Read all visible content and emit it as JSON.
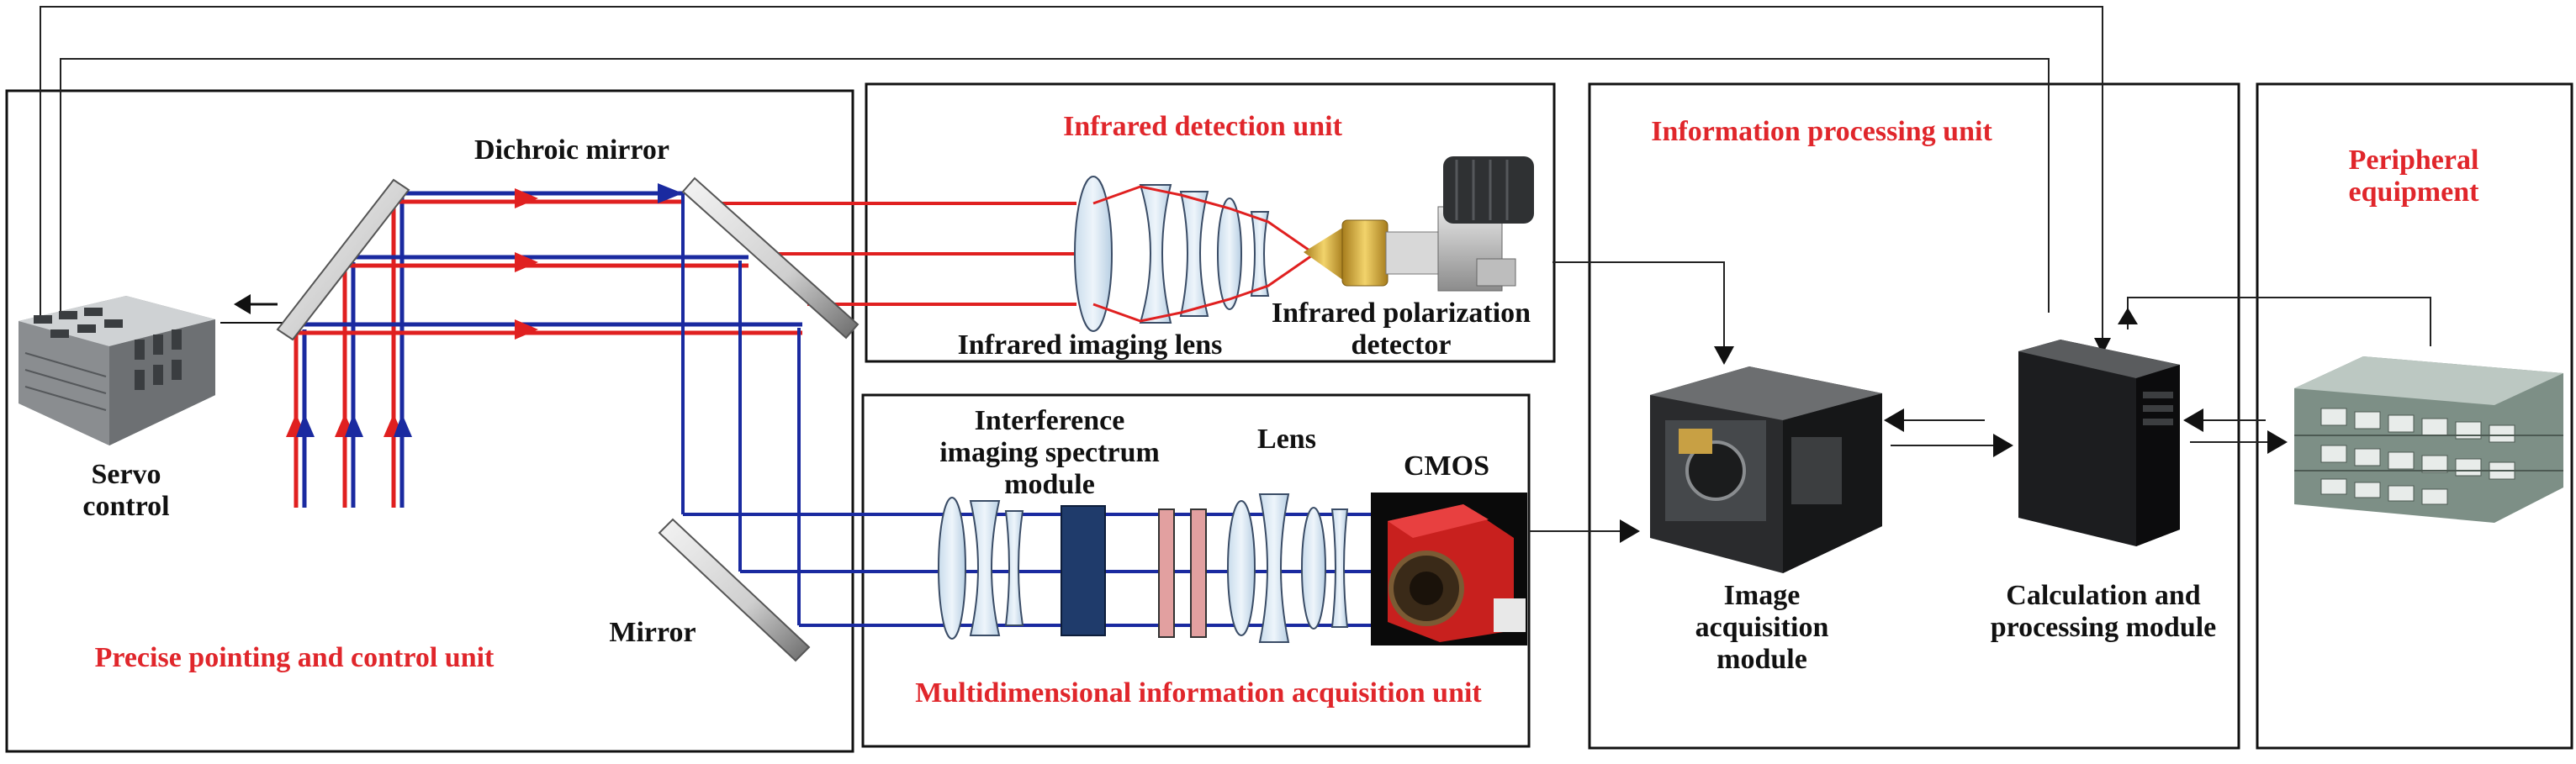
{
  "units": {
    "precise_pointing": "Precise pointing and control unit",
    "infrared_detection": "Infrared detection unit",
    "multidimensional": "Multidimensional information acquisition unit",
    "information_processing": "Information processing unit",
    "peripheral": "Peripheral equipment"
  },
  "labels": {
    "dichroic_mirror": "Dichroic mirror",
    "mirror": "Mirror",
    "servo_control": "Servo control",
    "infrared_imaging_lens": "Infrared imaging lens",
    "infrared_polarization_detector": "Infrared polarization detector",
    "interference_module": "Interference imaging spectrum module",
    "lens": "Lens",
    "cmos": "CMOS",
    "image_acquisition": "Image acquisition module",
    "calc_processing": "Calculation and processing module"
  },
  "colors": {
    "accent_red": "#e0262b",
    "beam_red": "#e02020",
    "beam_blue": "#1a2aa0",
    "frame": "#111111"
  }
}
